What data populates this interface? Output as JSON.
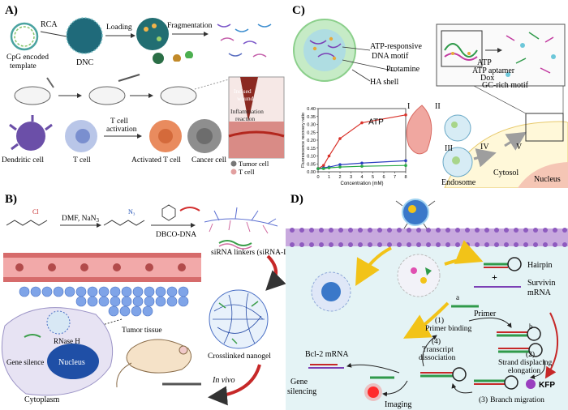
{
  "panelA": {
    "tag": "A)",
    "rca": "RCA",
    "cpg": [
      "CpG encoded",
      "template"
    ],
    "dnc": "DNC",
    "loading": "Loading",
    "fragmentation": "Fragmentation",
    "incised_wound": [
      "Incised",
      "wound"
    ],
    "inflammation": [
      "Inflammation",
      "reaction"
    ],
    "tcell_activation": [
      "T cell",
      "activation"
    ],
    "dendritic_cell": "Dendritic cell",
    "t_cell": "T cell",
    "activated_t_cell": "Activated T cell",
    "cancer_cell": "Cancer cell",
    "legend_tumor": "Tumor cell",
    "legend_t": "T cell"
  },
  "panelB": {
    "tag": "B)",
    "reaction": "DMF, NaN",
    "reaction_sub": "3",
    "dbco": "DBCO-DNA",
    "sirna_linkers": "siRNA linkers (siRNA-L)",
    "tumor_tissue": "Tumor tissue",
    "crosslinked": "Crosslinked nanogel",
    "in_vivo": "In vivo",
    "rnase": "RNase H",
    "gene_silence": "Gene silence",
    "nucleus": "Nucleus",
    "cytoplasm": "Cytoplasm"
  },
  "panelC": {
    "tag": "C)",
    "atp_motif": [
      "ATP-responsive",
      "DNA motif"
    ],
    "protamine": "Protamine",
    "ha_shell": "HA shell",
    "zoom_labels": [
      "ATP",
      "ATP aptamer",
      "Dox",
      "GC-rich motif"
    ],
    "step_labels": [
      "I",
      "II",
      "III",
      "IV",
      "V"
    ],
    "endosome": "Endosome",
    "cytosol": "Cytosol",
    "nucleus": "Nucleus",
    "chart_series_label": "ATP"
  },
  "panelD": {
    "tag": "D)",
    "hairpin": "Hairpin",
    "survivin": [
      "Survivin",
      "mRNA"
    ],
    "primer": "Primer",
    "strand_a": "a",
    "strand_b": "b",
    "step1": [
      "(1)",
      "Primer binding"
    ],
    "step2": [
      "(2)",
      "Strand displacing",
      "elongation"
    ],
    "step3": [
      "(3)",
      "Branch migration"
    ],
    "step4": [
      "(4)",
      "Transcript",
      "dissociation"
    ],
    "kfp": "KFP",
    "bcl2": "Bcl-2 mRNA",
    "gene_silencing": [
      "Gene",
      "silencing"
    ],
    "imaging": "Imaging"
  },
  "chart_data": {
    "type": "line",
    "title": "",
    "xlabel": "Concentration (mM)",
    "ylabel": "Fluorescence recovery ratio",
    "xlim": [
      0,
      8
    ],
    "ylim": [
      0,
      0.4
    ],
    "x_ticks": [
      "0",
      "1",
      "2",
      "3",
      "4",
      "5",
      "6",
      "7",
      "8"
    ],
    "y_ticks": [
      "0.00",
      "0.05",
      "0.10",
      "0.15",
      "0.20",
      "0.25",
      "0.30",
      "0.35",
      "0.40"
    ],
    "series": [
      {
        "name": "ATP",
        "color": "#d9322a",
        "x": [
          0,
          0.5,
          1,
          2,
          4,
          8
        ],
        "y": [
          0.02,
          0.04,
          0.1,
          0.21,
          0.31,
          0.36
        ]
      },
      {
        "color": "#2b3fbf",
        "x": [
          0,
          0.5,
          1,
          2,
          4,
          8
        ],
        "y": [
          0.02,
          0.025,
          0.03,
          0.045,
          0.055,
          0.07
        ]
      },
      {
        "color": "#28a845",
        "x": [
          0,
          0.5,
          1,
          2,
          4,
          8
        ],
        "y": [
          0.02,
          0.02,
          0.025,
          0.03,
          0.035,
          0.04
        ]
      }
    ]
  }
}
